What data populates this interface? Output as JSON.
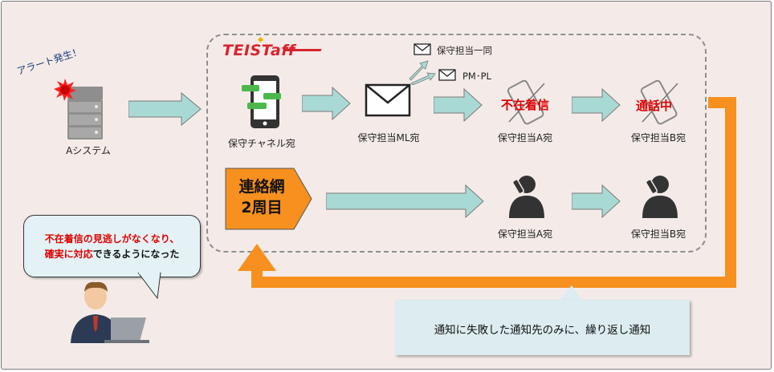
{
  "alert": {
    "text": "アラート発生！"
  },
  "system": {
    "label": "Aシステム"
  },
  "logo": {
    "text": "TEISTaff"
  },
  "nodes": {
    "channel": "保守チャネル宛",
    "ml": "保守担当ML宛",
    "a_top": "保守担当A宛",
    "b_top": "保守担当B宛",
    "a_bottom": "保守担当A宛",
    "b_bottom": "保守担当B宛"
  },
  "mail_targets": {
    "group": "保守担当一同",
    "pm": "PM･PL"
  },
  "status": {
    "missed": "不在着信",
    "busy": "通話中"
  },
  "second_round": {
    "line1": "連絡網",
    "line2": "2周目"
  },
  "bubble_left": {
    "part1": "不在着信の見逃しがなくなり、",
    "part2": "確実に対応",
    "part3": "できるようになった"
  },
  "bubble_right": {
    "text": "通知に失敗した通知先のみに、繰り返し通知"
  },
  "colors": {
    "accent_orange": "#f7901e",
    "arrow_fill": "#a9d9d4",
    "alert_red": "#e00000",
    "logo_red": "#d9232d"
  }
}
